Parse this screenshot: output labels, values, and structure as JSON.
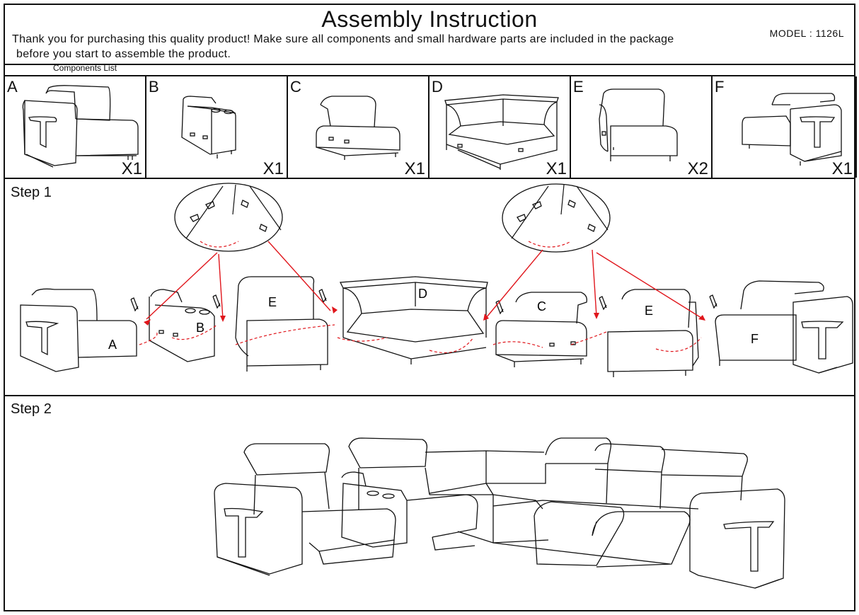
{
  "header": {
    "title": "Assembly Instruction",
    "model": "MODEL : 1126L",
    "intro_line1": "Thank you for purchasing this quality product! Make sure all components and small hardware parts are included in the package",
    "intro_line2": "before you start to assemble the product."
  },
  "components": {
    "label": "Components List",
    "items": [
      {
        "letter": "A",
        "qty": "X1"
      },
      {
        "letter": "B",
        "qty": "X1"
      },
      {
        "letter": "C",
        "qty": "X1"
      },
      {
        "letter": "D",
        "qty": "X1"
      },
      {
        "letter": "E",
        "qty": "X2"
      },
      {
        "letter": "F",
        "qty": "X1"
      }
    ]
  },
  "step1": {
    "label": "Step 1",
    "pieces": [
      "A",
      "B",
      "E",
      "D",
      "C",
      "E",
      "F"
    ]
  },
  "step2": {
    "label": "Step 2"
  },
  "colors": {
    "line": "#111111",
    "connector": "#e0161c"
  }
}
